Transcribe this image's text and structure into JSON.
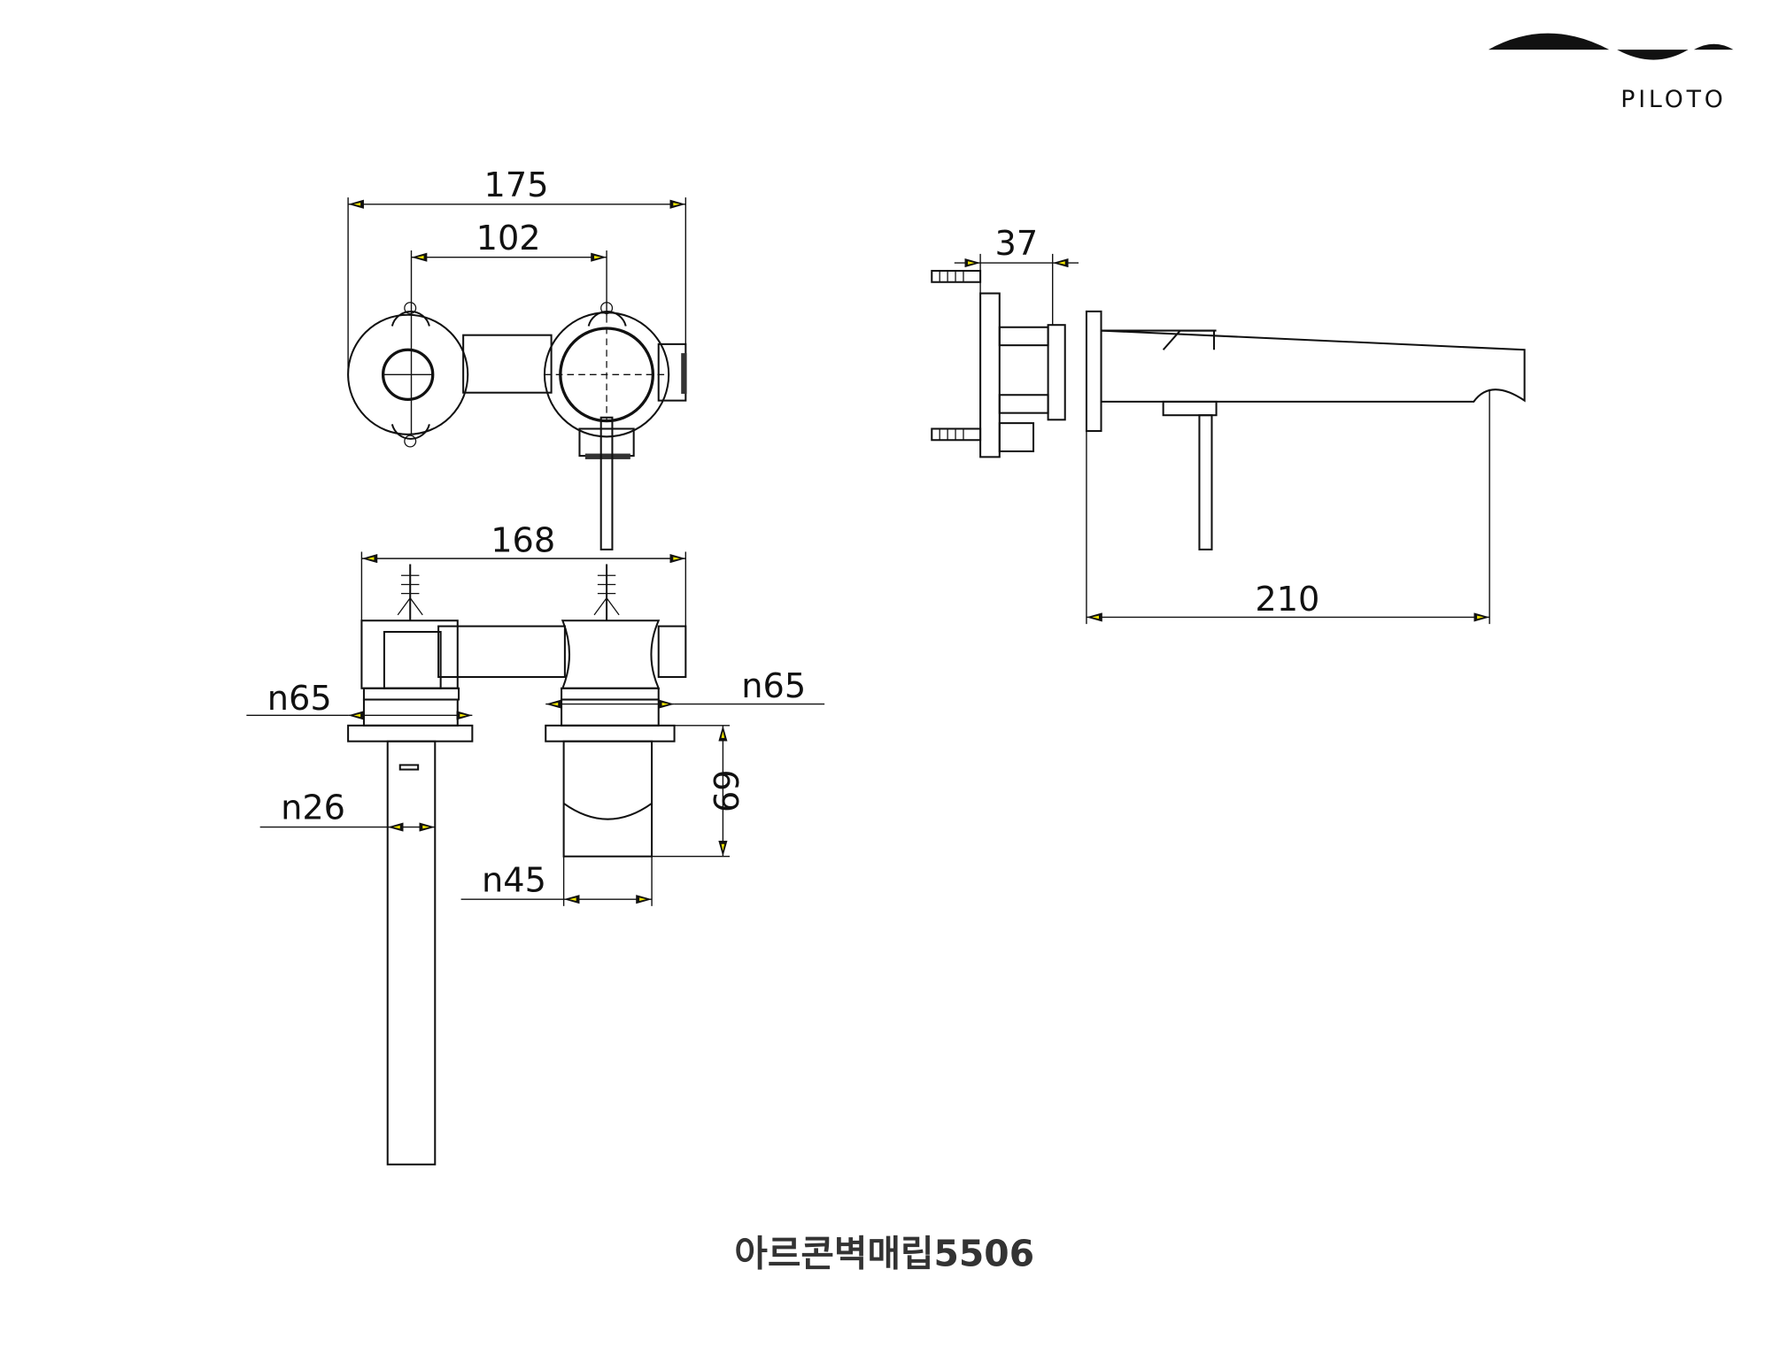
{
  "brand": {
    "logo_text": "PILOTO"
  },
  "product_title": "아르콘벽매립5506",
  "dimensions": {
    "overall_width": "175",
    "center_distance": "102",
    "bottom_width": "168",
    "wall_depth": "37",
    "spout_reach": "210",
    "flange_left": "n65",
    "flange_right": "n65",
    "spout_diameter": "n26",
    "body_diameter": "n45",
    "body_height": "69"
  },
  "colors": {
    "line": "#111111",
    "arrow_fill": "#f2e600"
  }
}
